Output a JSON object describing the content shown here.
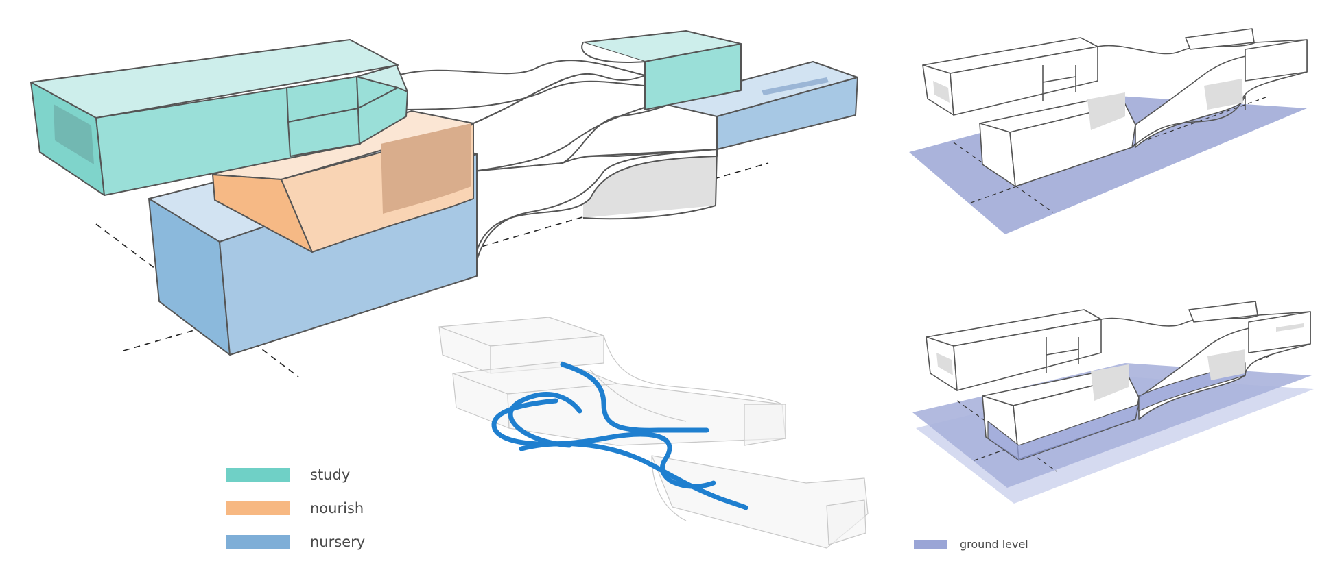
{
  "legend": {
    "items": [
      {
        "label": "study",
        "color": "#6fd0c6"
      },
      {
        "label": "nourish",
        "color": "#f7b882"
      },
      {
        "label": "nursery",
        "color": "#7eaed7"
      }
    ]
  },
  "ground_legend": {
    "label": "ground level",
    "color": "#9aa5d6"
  },
  "colors": {
    "study_front": "#9adfd8",
    "study_top": "#cdeeeb",
    "study_side": "#7fd4cb",
    "nourish_front": "#f9d4b4",
    "nourish_top": "#fbe6d4",
    "nourish_side": "#f6b985",
    "nursery_front": "#a7c8e4",
    "nursery_top": "#d2e3f2",
    "nursery_side": "#8bb9dc",
    "shadow": "#e0e0e0",
    "outline": "#555555",
    "ground_plane": "#aab3db",
    "ground_plane_light": "#d5daf0",
    "ground_plane_dark": "#8f9bd3",
    "path_blue": "#1f7fcf",
    "ghost_line": "#c8c8c8"
  }
}
